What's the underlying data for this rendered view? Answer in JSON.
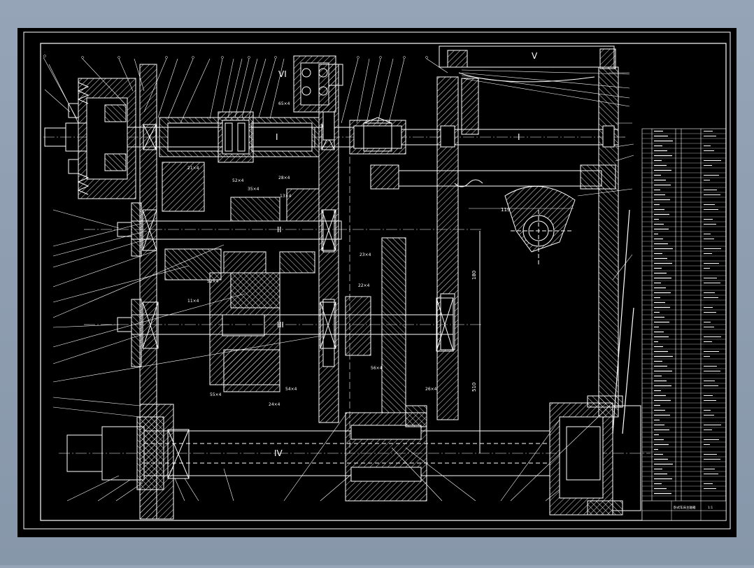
{
  "colors": {
    "backdrop": "#8d9db0",
    "sheet": "#000000",
    "line": "#ffffff",
    "frame": "#ffffff"
  },
  "roman_labels": {
    "v": "V",
    "vi": "VI",
    "i": "I",
    "ii": "II",
    "iii": "III",
    "iv": "IV",
    "center_i": "I"
  },
  "gear_labels": [
    "21×4",
    "52×4",
    "35×4",
    "28×4",
    "13×4",
    "52×4",
    "23×4",
    "11×4",
    "22×4",
    "56×4",
    "26×4",
    "54×4",
    "55×4",
    "24×4",
    "65×4"
  ],
  "dimension_labels": {
    "d1": "119",
    "d2": "510",
    "d3": "180"
  },
  "title_block": {
    "title": "卧式车床主轴箱",
    "scale": "1:1"
  }
}
